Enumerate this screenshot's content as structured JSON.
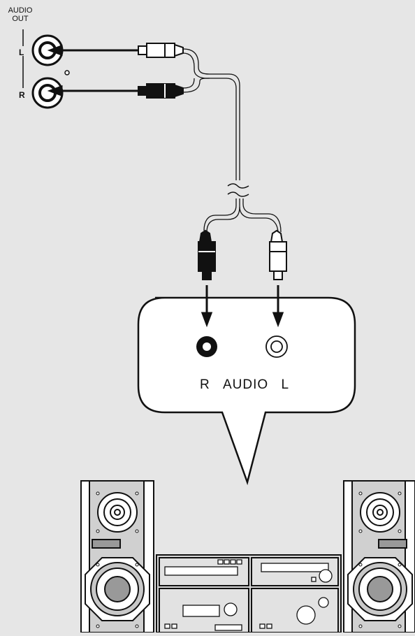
{
  "source_panel": {
    "title_line1": "AUDIO",
    "title_line2": "OUT",
    "left_channel": "L",
    "right_channel": "R"
  },
  "callout": {
    "right_label": "R",
    "audio_label": "AUDIO",
    "left_label": "L"
  },
  "colors": {
    "background": "#e6e6e6",
    "outline": "#111111",
    "white_plug": "#ffffff",
    "black_plug": "#111111",
    "speaker_body": "#d0d0d0"
  }
}
